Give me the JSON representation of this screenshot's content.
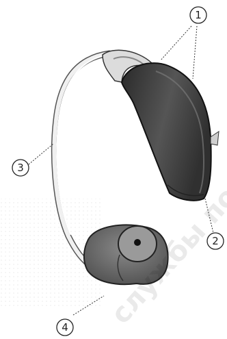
{
  "callouts": {
    "c1": "1",
    "c2": "2",
    "c3": "3",
    "c4": "4"
  },
  "watermark": "службы подд"
}
